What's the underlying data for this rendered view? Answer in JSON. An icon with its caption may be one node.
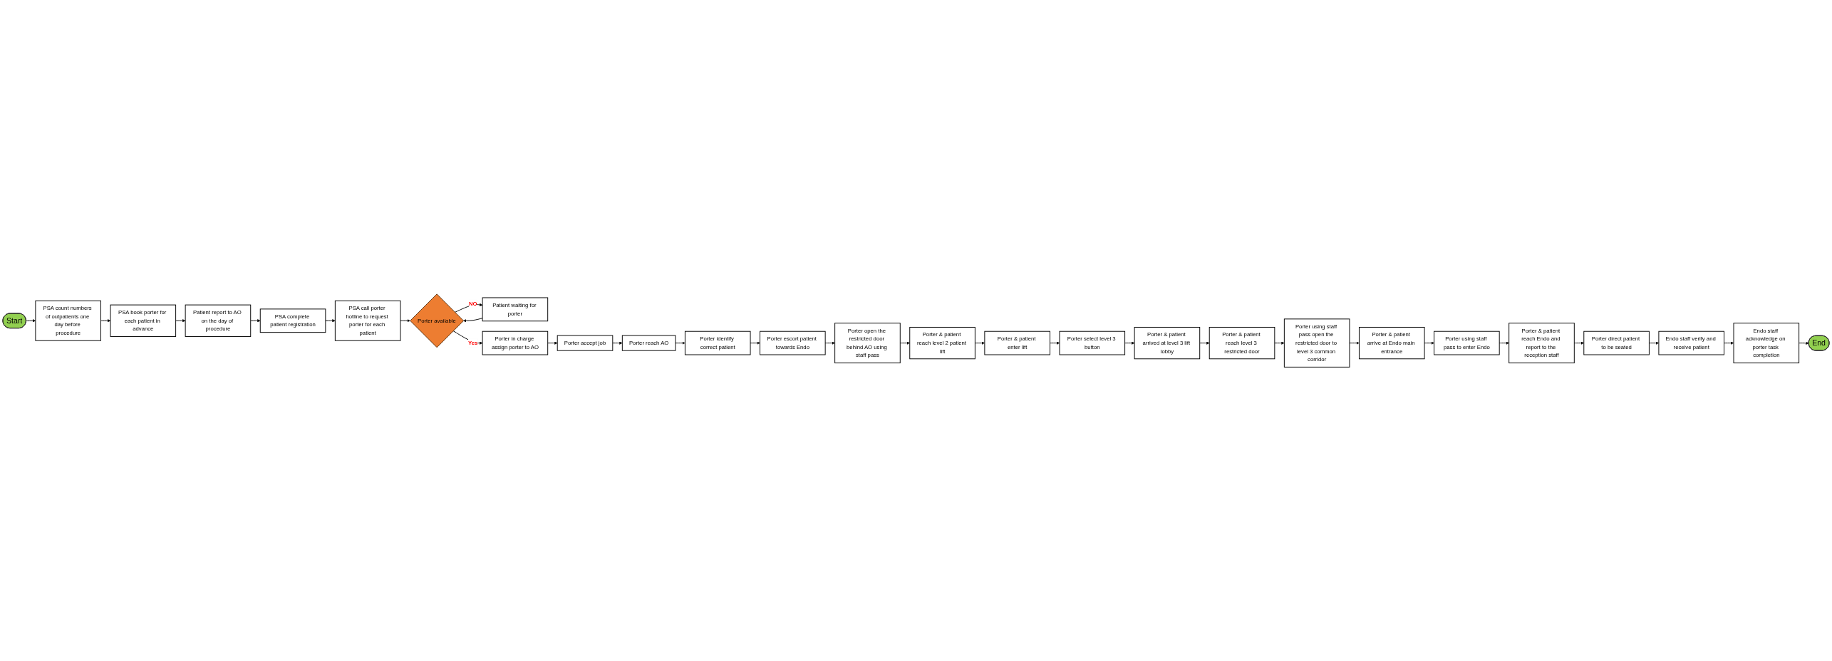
{
  "diagram": {
    "nodes": [
      {
        "text": [
          "Start"
        ]
      },
      {
        "text": [
          "PSA count numbers of outpatients one day before procedure"
        ]
      },
      {
        "text": [
          "PSA book porter for each patient in advance"
        ]
      },
      {
        "text": [
          "Patient report to AO on the day of procedure"
        ]
      },
      {
        "text": [
          "PSA complete patient registration"
        ]
      },
      {
        "text": [
          "PSA call porter hotline to request porter for each patient"
        ]
      },
      {
        "text": [
          "Patient waiting for porter"
        ]
      },
      {
        "text": [
          "Porter available"
        ]
      },
      {
        "text": [
          "Porter open the restricted door behind AO using staff pass"
        ]
      },
      {
        "text": [
          "Porter escort patient towards Endo"
        ]
      },
      {
        "text": [
          "Porter identify correct patient"
        ]
      },
      {
        "text": [
          "Porter reach AO"
        ]
      },
      {
        "text": [
          "Porter accept job"
        ]
      },
      {
        "text": [
          "Porter in charge assign porter to AO"
        ]
      },
      {
        "text": [
          "Porter & patient reach level 2 patient lift"
        ]
      },
      {
        "text": [
          "Porter & patient enter lift"
        ]
      },
      {
        "text": [
          "Porter select level 3 button"
        ]
      },
      {
        "text": [
          "Porter & patient arrived at level 3 lift lobby"
        ]
      },
      {
        "text": [
          "Porter & patient reach level 3 restricted door"
        ]
      },
      {
        "text": [
          "Porter using staff pass open the restricted door to level 3 common corridor"
        ]
      },
      {
        "text": [
          "End"
        ]
      },
      {
        "text": [
          "Endo staff acknowledge on porter task completion"
        ]
      },
      {
        "text": [
          "Endo staff verify and receive patient"
        ]
      },
      {
        "text": [
          "Porter direct patient to be seated"
        ]
      },
      {
        "text": [
          "Porter & patient reach Endo and report to the reception staff"
        ]
      },
      {
        "text": [
          "Porter using staff pass to enter Endo"
        ]
      },
      {
        "text": [
          "Porter & patient arrive at Endo main entrance"
        ]
      }
    ],
    "edges": [
      {
        "from": 0,
        "to": 1,
        "arrow": "to"
      },
      {
        "from": 1,
        "to": 2,
        "arrow": "to"
      },
      {
        "from": 2,
        "to": 3,
        "arrow": "to"
      },
      {
        "from": 3,
        "to": 4,
        "arrow": "to"
      },
      {
        "from": 4,
        "to": 5,
        "arrow": "to"
      },
      {
        "from": 5,
        "to": 7,
        "arrow": "to"
      },
      {
        "from": 7,
        "to": 6,
        "arrow": "to",
        "label": "NO"
      },
      {
        "from": 6,
        "to": 7,
        "arrow": "to"
      },
      {
        "from": 7,
        "to": 13,
        "arrow": "to",
        "label": "Yes"
      },
      {
        "from": 13,
        "to": 12,
        "arrow": "to"
      },
      {
        "from": 12,
        "to": 11,
        "arrow": "to"
      },
      {
        "from": 11,
        "to": 10,
        "arrow": "to"
      },
      {
        "from": 10,
        "to": 9,
        "arrow": "to"
      },
      {
        "from": 9,
        "to": 8,
        "arrow": "to"
      },
      {
        "from": 8,
        "to": 14,
        "arrow": "to"
      },
      {
        "from": 14,
        "to": 15,
        "arrow": "to"
      },
      {
        "from": 15,
        "to": 16,
        "arrow": "to"
      },
      {
        "from": 16,
        "to": 17,
        "arrow": "to"
      },
      {
        "from": 17,
        "to": 18,
        "arrow": "to"
      },
      {
        "from": 18,
        "to": 19,
        "arrow": "to"
      },
      {
        "from": 19,
        "to": 26,
        "arrow": "to"
      },
      {
        "from": 26,
        "to": 25,
        "arrow": "to"
      },
      {
        "from": 25,
        "to": 24,
        "arrow": "to"
      },
      {
        "from": 24,
        "to": 23,
        "arrow": "to"
      },
      {
        "from": 23,
        "to": 22,
        "arrow": "to"
      },
      {
        "from": 22,
        "to": 21,
        "arrow": "to"
      },
      {
        "from": 21,
        "to": 20,
        "arrow": "to"
      }
    ]
  }
}
